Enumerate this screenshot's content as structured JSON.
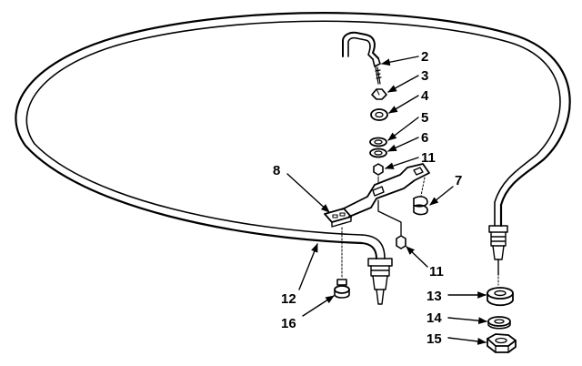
{
  "diagram": {
    "callouts": {
      "c2": "2",
      "c3": "3",
      "c4": "4",
      "c5": "5",
      "c6": "6",
      "c11a": "11",
      "c7": "7",
      "c8": "8",
      "c11b": "11",
      "c12": "12",
      "c13": "13",
      "c14": "14",
      "c15": "15",
      "c16": "16"
    }
  }
}
